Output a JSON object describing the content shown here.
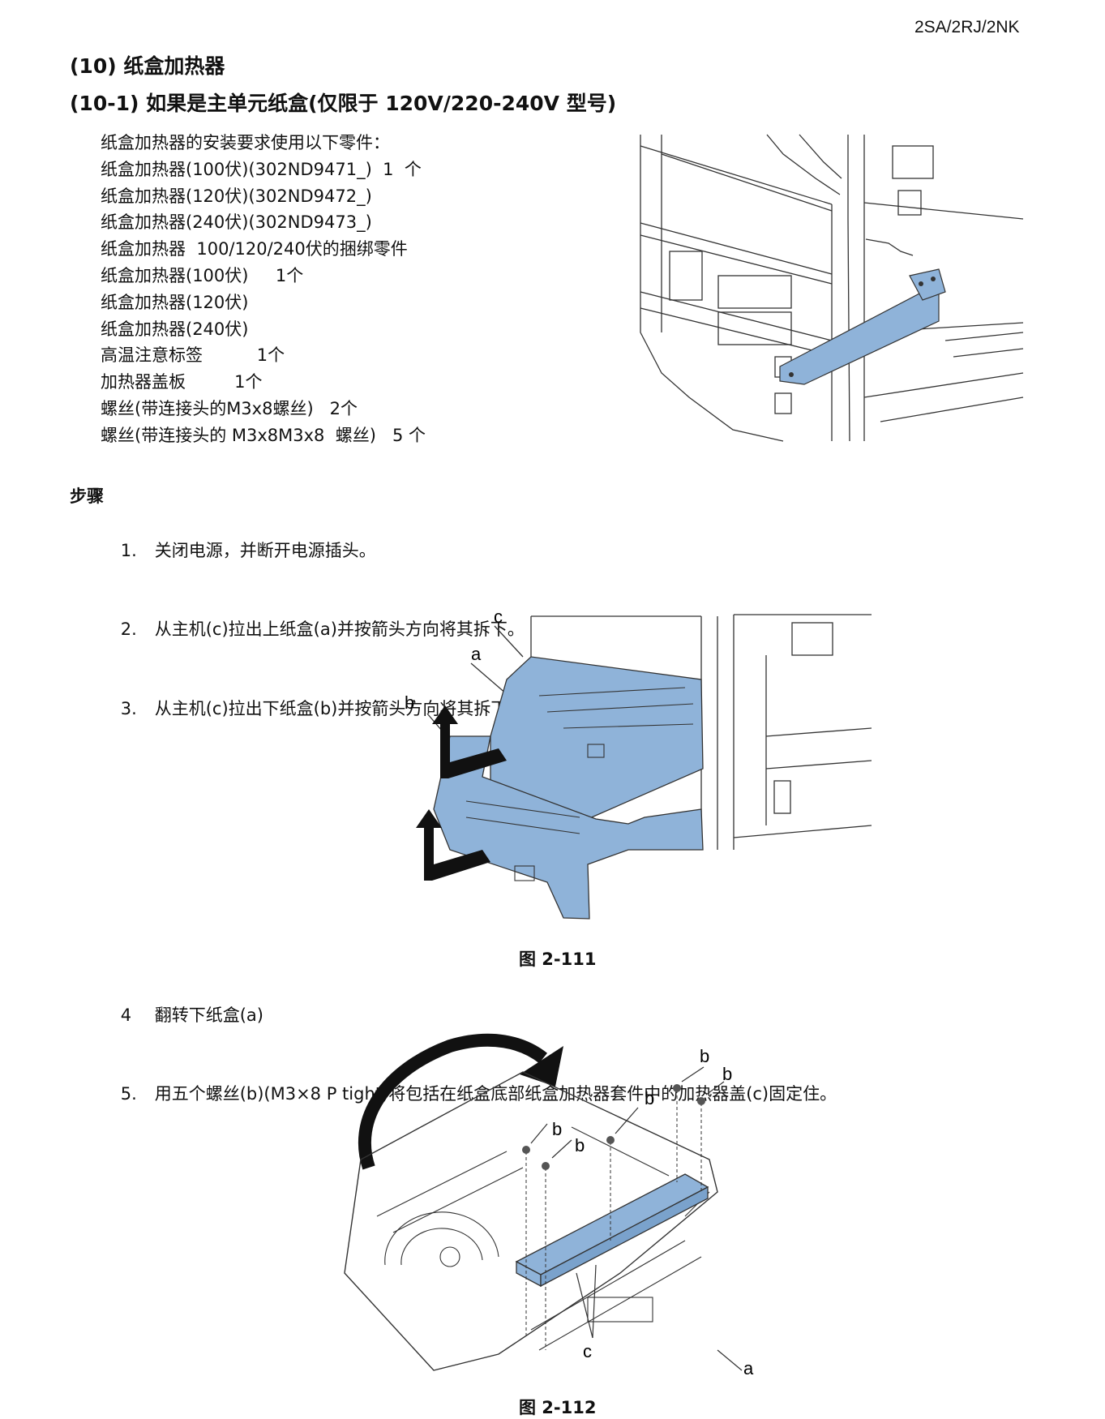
{
  "header": {
    "model_code": "2SA/2RJ/2NK"
  },
  "section": {
    "title": "(10)  纸盒加热器",
    "subtitle": "(10-1)  如果是主单元纸盒(仅限于 120V/220-240V 型号)"
  },
  "parts_list": [
    "纸盒加热器的安装要求使用以下零件：",
    "纸盒加热器(100伏)(302ND9471_)  1  个",
    "纸盒加热器(120伏)(302ND9472_)",
    "纸盒加热器(240伏)(302ND9473_)",
    "纸盒加热器  100/120/240伏的捆绑零件",
    "纸盒加热器(100伏)     1个",
    "纸盒加热器(120伏)",
    "纸盒加热器(240伏)",
    "高温注意标签          1个",
    "加热器盖板         1个",
    "螺丝(带连接头的M3x8螺丝)   2个",
    "螺丝(带连接头的 M3x8M3x8  螺丝)   5 个"
  ],
  "procedure": {
    "title": "步骤",
    "steps_a": [
      {
        "num": "1.",
        "text": "关闭电源，并断开电源插头。"
      },
      {
        "num": "2.",
        "text": "从主机(c)拉出上纸盒(a)并按箭头方向将其拆下。"
      },
      {
        "num": "3.",
        "text": "从主机(c)拉出下纸盒(b)并按箭头方向将其拆下。"
      }
    ],
    "steps_b": [
      {
        "num": "4",
        "text": "翻转下纸盒(a)"
      },
      {
        "num": "5.",
        "text": "用五个螺丝(b)(M3×8 P tight)将包括在纸盒底部纸盒加热器套件中的加热器盖(c)固定住。"
      }
    ]
  },
  "figures": {
    "fig111": {
      "caption": "图 2-111",
      "labels": {
        "c": "c",
        "a": "a",
        "b": "b"
      }
    },
    "fig112": {
      "caption": "图 2-112",
      "labels": {
        "b": "b",
        "c": "c",
        "a": "a"
      }
    }
  },
  "colors": {
    "highlight": "#8fb3d9",
    "line": "#333333"
  }
}
